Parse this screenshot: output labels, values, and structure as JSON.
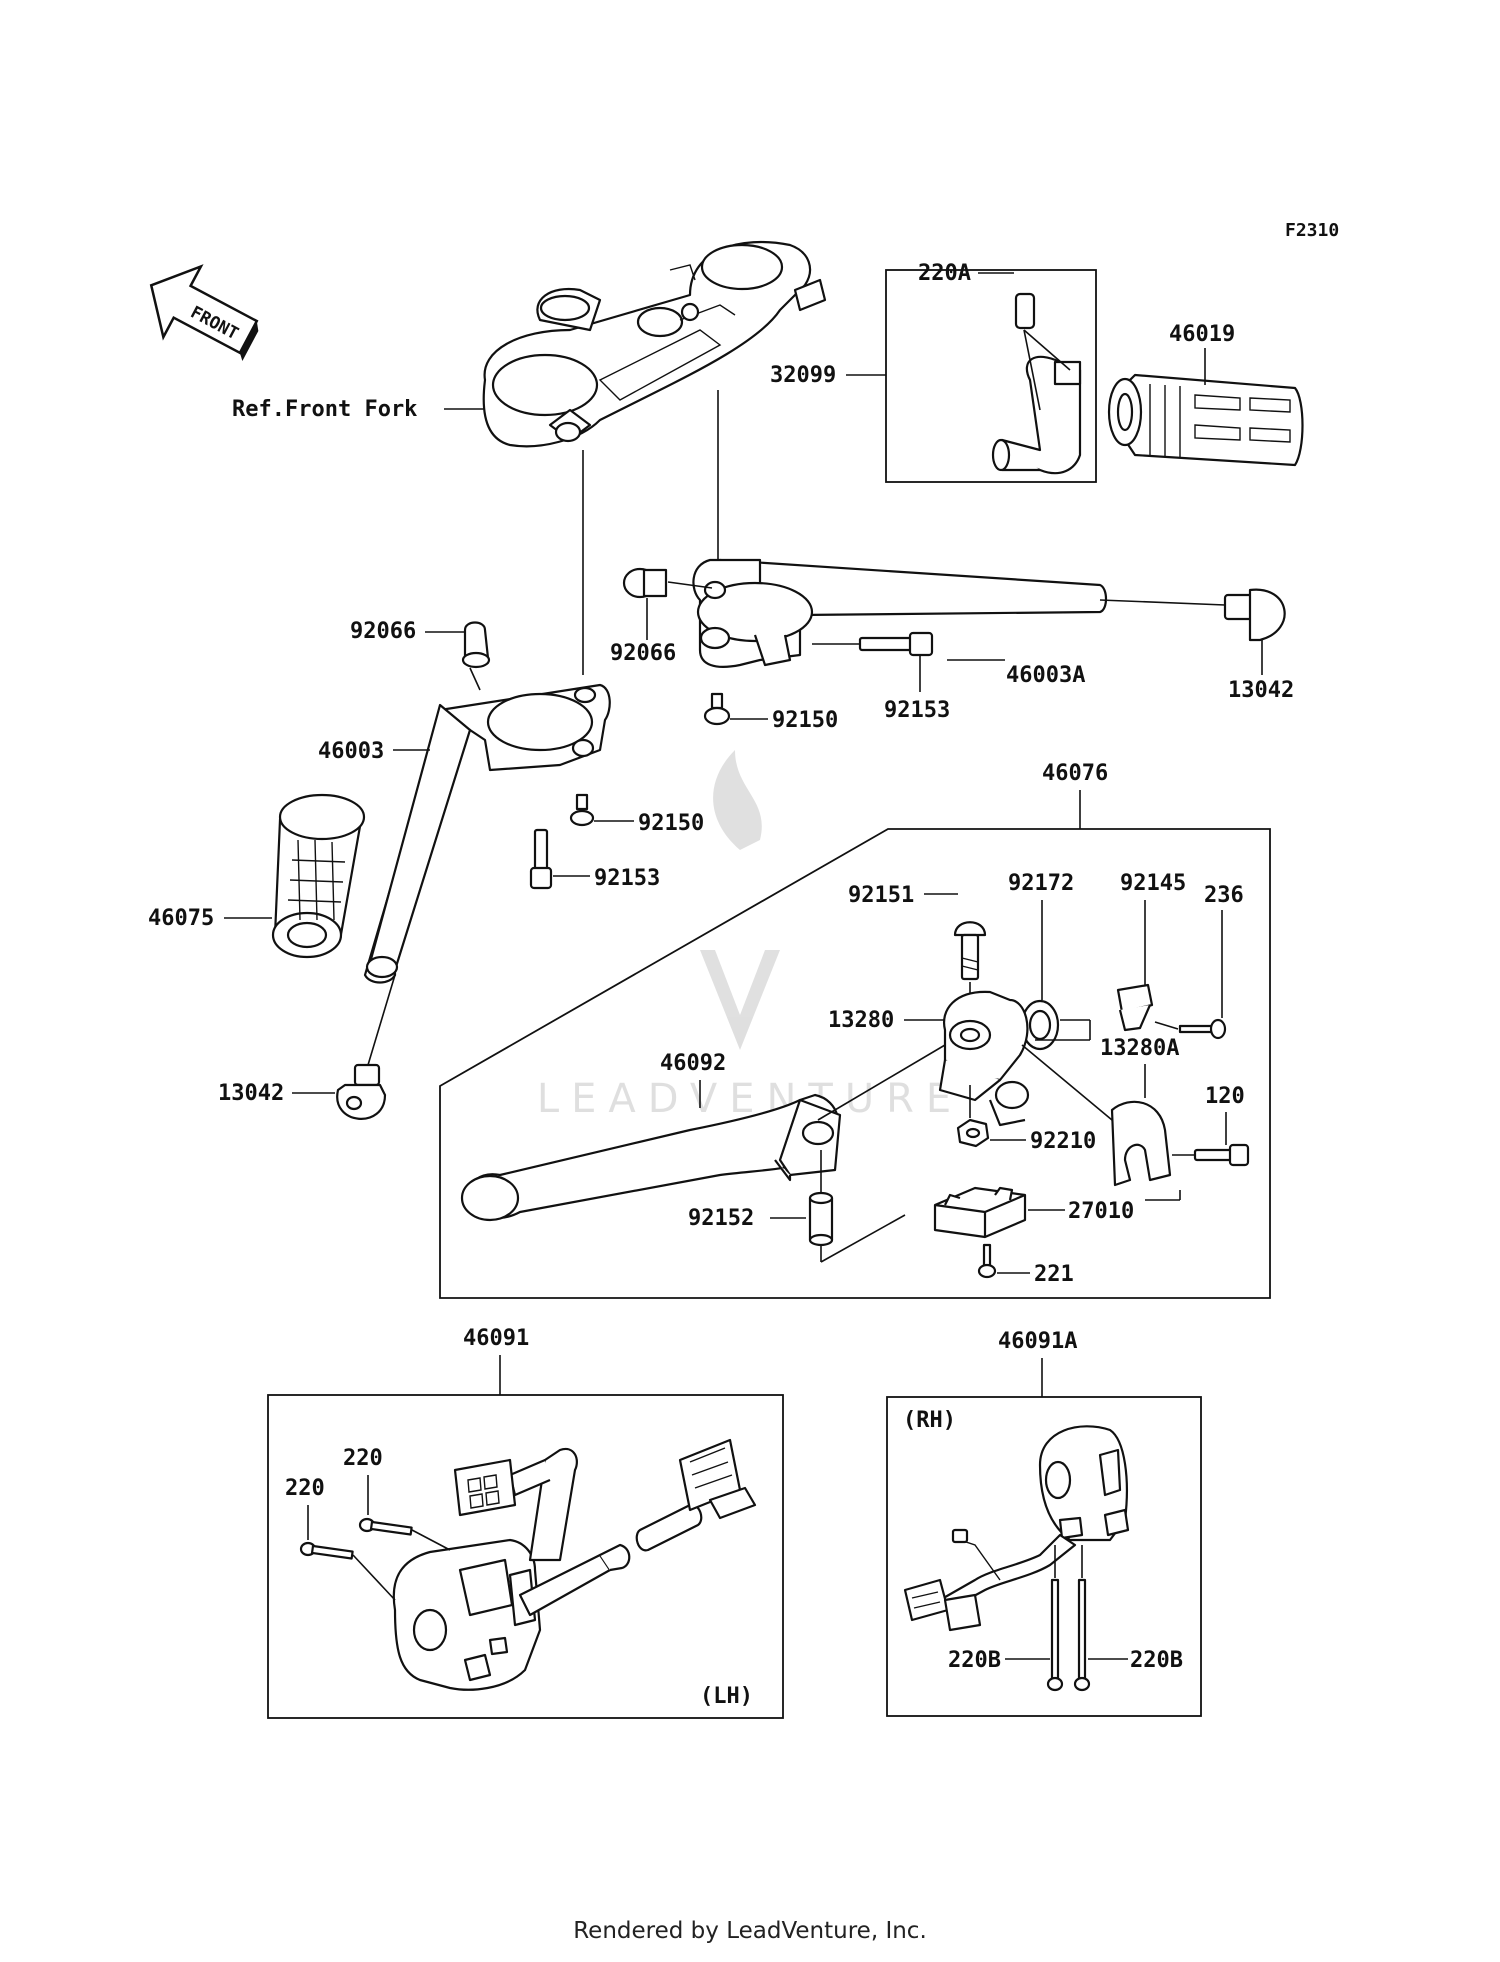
{
  "figure_code": "F2310",
  "front_arrow_label": "FRONT",
  "reference_label": "Ref.Front Fork",
  "watermark_text": "LEADVENTURE",
  "footer": "Rendered by LeadVenture, Inc.",
  "side_labels": {
    "lh": "(LH)",
    "rh": "(RH)"
  },
  "parts": {
    "p220A": "220A",
    "p32099": "32099",
    "p46019": "46019",
    "p92066a": "92066",
    "p92066b": "92066",
    "p46003A": "46003A",
    "p13042a": "13042",
    "p92153a": "92153",
    "p92150a": "92150",
    "p46003": "46003",
    "p92150b": "92150",
    "p92153b": "92153",
    "p46075": "46075",
    "p13042b": "13042",
    "p46076": "46076",
    "p92151": "92151",
    "p92172": "92172",
    "p92145": "92145",
    "p236": "236",
    "p13280": "13280",
    "p13280A": "13280A",
    "p46092": "46092",
    "p120": "120",
    "p92210": "92210",
    "p92152": "92152",
    "p27010": "27010",
    "p221": "221",
    "p46091": "46091",
    "p46091A": "46091A",
    "p220a": "220",
    "p220b": "220",
    "p220Ba": "220B",
    "p220Bb": "220B"
  }
}
